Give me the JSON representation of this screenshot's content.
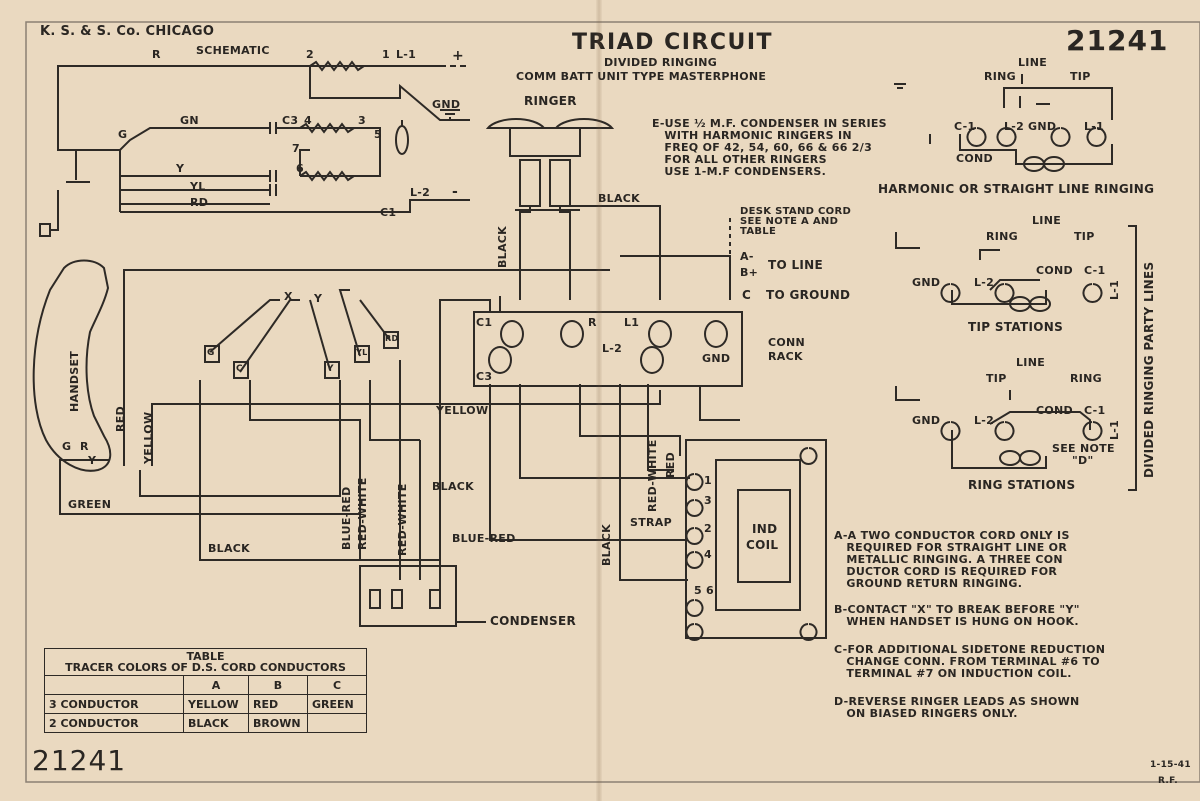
{
  "header": {
    "company": "K. S. & S. Co. CHICAGO",
    "schematic": "SCHEMATIC",
    "title": "TRIAD CIRCUIT",
    "subtitle1": "DIVIDED RINGING",
    "subtitle2": "COMM BATT UNIT TYPE MASTERPHONE",
    "drawing_number": "21241",
    "drawing_number_bottom": "21241",
    "date": "1-15-41",
    "initials": "R.F."
  },
  "schematic_labels": {
    "r": "R",
    "n2": "2",
    "n1": "1",
    "l1": "L-1",
    "plus": "+",
    "gnd": "GND",
    "g": "G",
    "gn": "GN",
    "c3": "C3",
    "n4": "4",
    "n3": "3",
    "n5": "5",
    "n7": "7",
    "n6": "6",
    "y": "Y",
    "yl": "YL",
    "rd": "RD",
    "c1": "C1",
    "l2": "L-2",
    "minus": "-"
  },
  "ringer": {
    "label": "RINGER",
    "black": "BLACK"
  },
  "note_e": "E-USE ½ M.F. CONDENSER IN SERIES\n   WITH HARMONIC RINGERS IN\n   FREQ OF 42, 54, 60, 66 & 66 2/3\n   FOR ALL OTHER RINGERS\n   USE 1-M.F CONDENSERS.",
  "desk_stand": {
    "cord": "DESK STAND CORD",
    "see_note": "SEE NOTE A AND",
    "table": "TABLE",
    "a": "A-",
    "b": "B+",
    "c": "C",
    "to_line": "TO LINE",
    "to_ground": "TO GROUND"
  },
  "rack": {
    "label1": "CONN",
    "label2": "RACK",
    "c1": "C1",
    "r": "R",
    "l1": "L1",
    "l2": "L-2",
    "gnd": "GND",
    "c3": "C3"
  },
  "handset_labels": {
    "handset": "HANDSET",
    "red": "RED",
    "yellow": "YELLOW",
    "green": "GREEN",
    "g": "G",
    "r": "R",
    "y": "Y",
    "x": "X",
    "yy": "Y",
    "ta_g": "G",
    "ta_c": "C",
    "ta_y": "Y",
    "ta_yl": "YL",
    "ta_rd": "RD"
  },
  "wire_labels": {
    "black_left": "BLACK",
    "black_ringer": "BLACK",
    "yellow_mid": "YELLOW",
    "blue_red": "BLUE-RED",
    "red_white": "RED-WHITE",
    "red_white2": "RED-WHITE",
    "black_mid": "BLACK",
    "blue_red2": "BLUE-RED",
    "red_white3": "RED-WHITE",
    "red": "RED",
    "black_coil": "BLACK",
    "strap": "STRAP"
  },
  "coil": {
    "label1": "IND",
    "label2": "COIL",
    "t1": "1",
    "t3": "3",
    "t2": "2",
    "t4": "4",
    "t5": "5",
    "t6": "6"
  },
  "condenser": {
    "label": "CONDENSER"
  },
  "harmonic": {
    "line": "LINE",
    "ring": "RING",
    "tip": "TIP",
    "c1": "C-1",
    "l2": "L-2",
    "gnd": "GND",
    "l1": "L-1",
    "cond": "COND",
    "caption": "HARMONIC OR STRAIGHT LINE RINGING"
  },
  "tip_stations": {
    "line": "LINE",
    "ring": "RING",
    "tip": "TIP",
    "gnd": "GND",
    "l2": "L-2",
    "cond": "COND",
    "c1": "C-1",
    "l1": "L-1",
    "caption": "TIP STATIONS"
  },
  "ring_stations": {
    "line": "LINE",
    "tip": "TIP",
    "ring": "RING",
    "gnd": "GND",
    "l2": "L-2",
    "cond": "COND",
    "c1": "C-1",
    "l1": "L-1",
    "see_note": "SEE NOTE",
    "d": "\"D\"",
    "caption": "RING STATIONS"
  },
  "party_lines": "DIVIDED RINGING PARTY LINES",
  "notes": {
    "a": "A-A TWO CONDUCTOR CORD ONLY IS\n   REQUIRED FOR STRAIGHT LINE OR\n   METALLIC RINGING. A THREE CON\n   DUCTOR CORD IS REQUIRED FOR\n   GROUND RETURN RINGING.",
    "b": "B-CONTACT \"X\" TO BREAK BEFORE \"Y\"\n   WHEN HANDSET IS HUNG ON HOOK.",
    "c": "C-FOR ADDITIONAL SIDETONE REDUCTION\n   CHANGE CONN. FROM TERMINAL #6 TO\n   TERMINAL #7 ON INDUCTION COIL.",
    "d": "D-REVERSE RINGER LEADS AS SHOWN\n   ON BIASED RINGERS ONLY."
  },
  "table": {
    "title": "TABLE",
    "heading": "TRACER COLORS OF D.S. CORD CONDUCTORS",
    "columns": [
      "",
      "A",
      "B",
      "C"
    ],
    "rows": [
      [
        "3 CONDUCTOR",
        "YELLOW",
        "RED",
        "GREEN"
      ],
      [
        "2 CONDUCTOR",
        "BLACK",
        "BROWN",
        ""
      ]
    ]
  }
}
